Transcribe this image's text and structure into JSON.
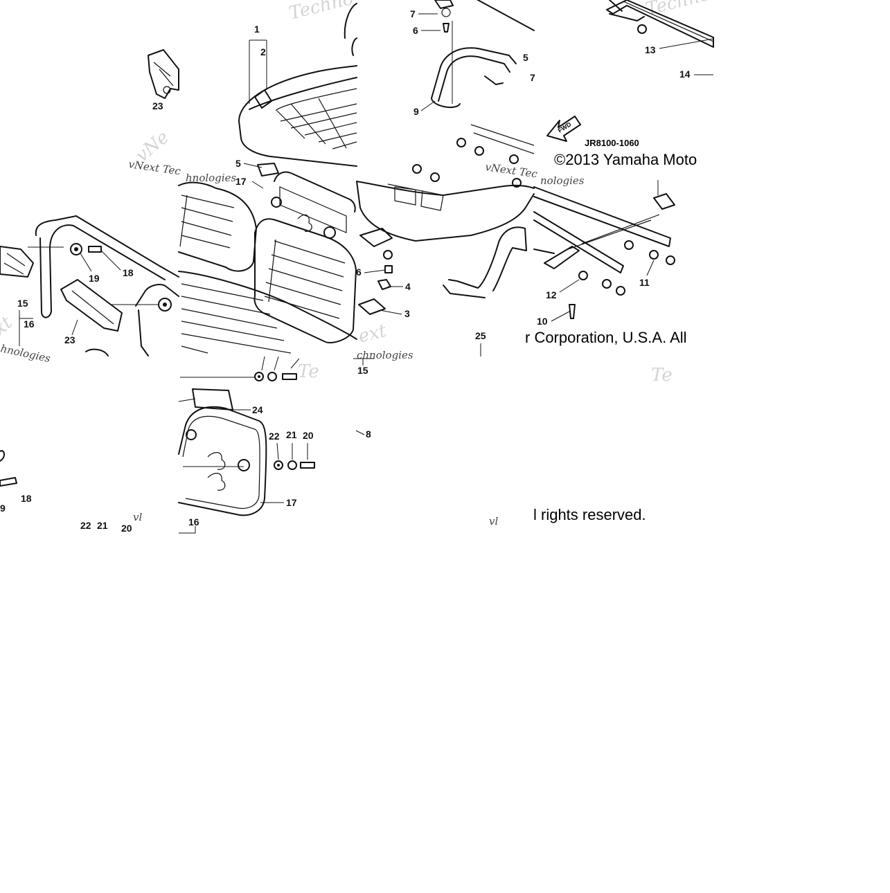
{
  "diagram": {
    "diagram_code": "JR8100-1060",
    "copyright_line1": "©2013 Yamaha Moto",
    "copyright_line2": "r Corporation, U.S.A. All",
    "copyright_line3": "l rights reserved.",
    "watermarks": [
      "Techno",
      "Technolo",
      "vNext Tec",
      "hnologies",
      "vNext Tec",
      "nologies",
      "ext",
      "chnologies",
      "xt",
      "Te",
      "Te",
      "vNe",
      "hnologies",
      "vl",
      "vl"
    ],
    "fwd_label": "FWD",
    "callouts": [
      "1",
      "2",
      "23",
      "5",
      "17",
      "7",
      "6",
      "5",
      "7",
      "9",
      "13",
      "14",
      "19",
      "18",
      "15",
      "16",
      "23",
      "6",
      "4",
      "3",
      "12",
      "11",
      "10",
      "25",
      "15",
      "24",
      "22",
      "21",
      "20",
      "8",
      "17",
      "16",
      "18",
      "9",
      "22",
      "21",
      "20"
    ]
  }
}
